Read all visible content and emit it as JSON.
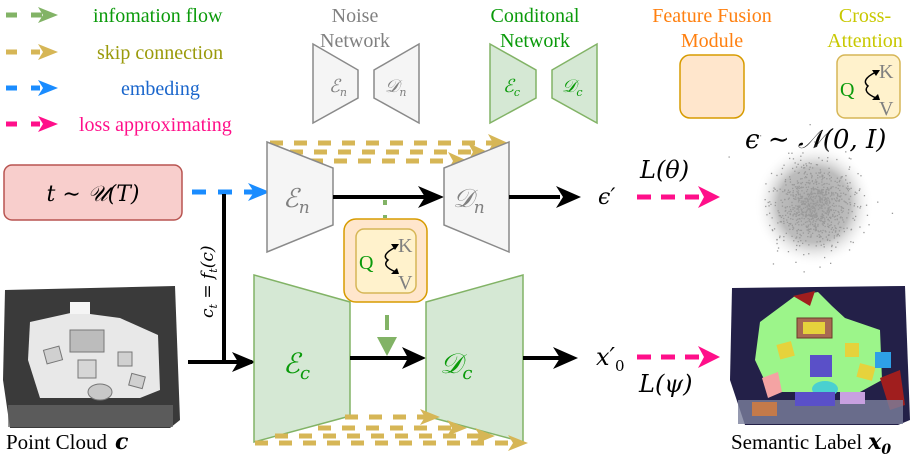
{
  "legend": {
    "items": [
      {
        "label": "infomation flow",
        "color": "#82b366",
        "text_color": "#0a9a0a"
      },
      {
        "label": "skip connection",
        "color": "#d6b656",
        "text_color": "#9a9a0a"
      },
      {
        "label": "embeding",
        "color": "#1a8cff",
        "text_color": "#1a66cc"
      },
      {
        "label": "loss approximating",
        "color": "#ff0f8a",
        "text_color": "#ff0f8a"
      }
    ]
  },
  "key": {
    "noise_network": {
      "title_line1": "Noise",
      "title_line2": "Network",
      "encoder": "ℰ",
      "encoder_sub": "n",
      "decoder": "𝒟",
      "decoder_sub": "n",
      "title_color": "#808080"
    },
    "conditional_network": {
      "title_line1": "Conditonal",
      "title_line2": "Network",
      "encoder": "ℰ",
      "encoder_sub": "c",
      "decoder": "𝒟",
      "decoder_sub": "c",
      "title_color": "#0a9a0a"
    },
    "feature_fusion": {
      "title_line1": "Feature Fusion",
      "title_line2": "Module",
      "title_color": "#ff8010"
    },
    "cross_attention": {
      "title_line1": "Cross-",
      "title_line2": "Attention",
      "title_color": "#c8c800",
      "q": "Q",
      "k": "K",
      "v": "V"
    }
  },
  "main": {
    "timestep": {
      "label": "t ∼ 𝒰(T)"
    },
    "condition_label": "c",
    "condition_eq": "= f",
    "condition_sub": "t",
    "condition_arg": "(c)",
    "noise_encoder": {
      "symbol": "ℰ",
      "sub": "n"
    },
    "noise_decoder": {
      "symbol": "𝒟",
      "sub": "n"
    },
    "cond_encoder": {
      "symbol": "ℰ",
      "sub": "c"
    },
    "cond_decoder": {
      "symbol": "𝒟",
      "sub": "c"
    },
    "fusion": {
      "q": "Q",
      "k": "K",
      "v": "V"
    },
    "eps_out": "ϵ′",
    "loss_theta": "L(θ)",
    "noise_dist": "ϵ ∼ 𝒩(0, I)",
    "x_out": "x′",
    "x_out_sub": "0",
    "loss_psi": "L(ψ)",
    "point_cloud_label": "Point Cloud",
    "point_cloud_var": "c",
    "semantic_label": "Semantic Label",
    "semantic_var": "x",
    "semantic_sub": "0"
  },
  "colors": {
    "noise_fill": "#f5f5f5",
    "noise_stroke": "#8a8a8a",
    "cond_fill": "#d5e8d4",
    "cond_stroke": "#82b366",
    "cond_text": "#0a9a0a",
    "fusion_fill": "#ffe6cc",
    "fusion_stroke": "#d79b00",
    "attn_fill": "#fff2cc",
    "attn_stroke": "#d6b656",
    "time_fill": "#f8cecc",
    "time_stroke": "#b85450"
  }
}
